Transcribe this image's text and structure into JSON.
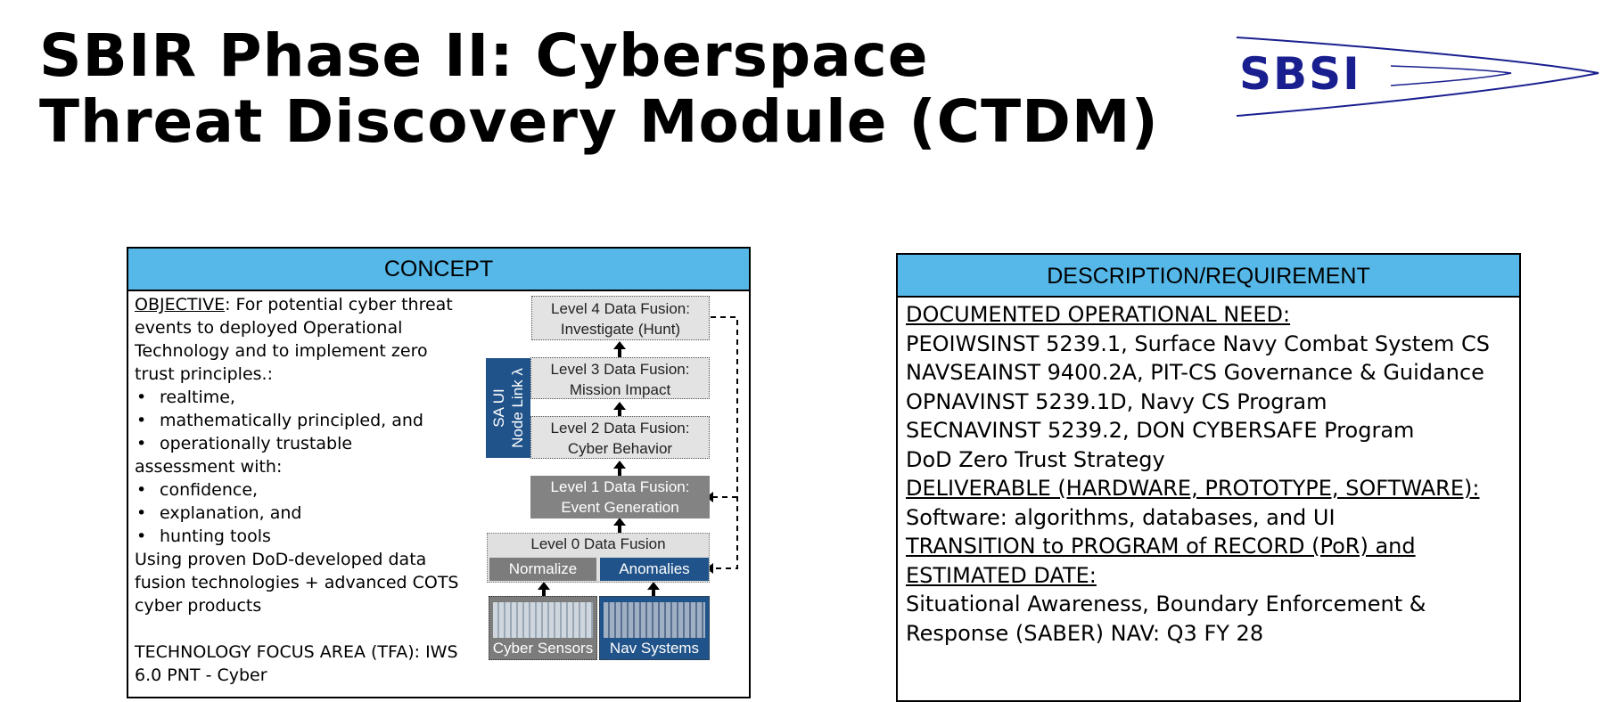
{
  "title": {
    "line1": "SBIR Phase II:  Cyberspace",
    "line2": "Threat Discovery Module (CTDM)"
  },
  "logo": {
    "text": "SBSI",
    "color": "#1a1f8f"
  },
  "colors": {
    "header_bg": "#55b8e8",
    "accent_blue": "#20538a",
    "dark_gray": "#838383"
  },
  "concept": {
    "header": "CONCEPT",
    "objective_label": "OBJECTIVE",
    "objective_rest": ":  For potential cyber threat",
    "lines1": [
      "events to deployed Operational",
      "Technology and to implement zero",
      "trust principles.:"
    ],
    "bullets1": [
      "realtime,",
      "mathematically principled, and",
      "operationally trustable"
    ],
    "line_mid": "assessment with:",
    "bullets2": [
      "confidence,",
      "explanation, and",
      "hunting tools"
    ],
    "lines2": [
      "Using proven DoD-developed data",
      "fusion technologies + advanced COTS",
      "cyber products"
    ],
    "tfa_lines": [
      "TECHNOLOGY FOCUS AREA (TFA): IWS",
      "6.0 PNT - Cyber"
    ]
  },
  "diagram": {
    "level4": [
      "Level 4 Data Fusion:",
      "Investigate (Hunt)"
    ],
    "level3": [
      "Level 3 Data Fusion:",
      "Mission Impact"
    ],
    "level2": [
      "Level 2 Data Fusion:",
      "Cyber Behavior"
    ],
    "level1": [
      "Level 1 Data Fusion:",
      "Event Generation"
    ],
    "level0": "Level 0 Data Fusion",
    "normalize": "Normalize",
    "anomalies": "Anomalies",
    "cyber_sensors": "Cyber Sensors",
    "nav_systems": "Nav Systems",
    "side_label": [
      "SA UI",
      "Node Link λ"
    ]
  },
  "description": {
    "header": "DESCRIPTION/REQUIREMENT",
    "need_label": "DOCUMENTED OPERATIONAL NEED:",
    "need_items": [
      "PEOIWSINST 5239.1, Surface Navy Combat System CS",
      "NAVSEAINST 9400.2A, PIT-CS Governance & Guidance",
      "OPNAVINST 5239.1D, Navy CS Program",
      "SECNAVINST 5239.2, DON CYBERSAFE Program",
      "DoD Zero Trust Strategy"
    ],
    "deliverable_label": "DELIVERABLE (HARDWARE, PROTOTYPE, SOFTWARE):",
    "deliverable_value": "Software:  algorithms, databases, and UI",
    "transition_label1": "TRANSITION to PROGRAM of RECORD (PoR) and",
    "transition_label2": "ESTIMATED DATE:",
    "transition_lines": [
      "Situational Awareness, Boundary Enforcement &",
      "Response (SABER) NAV: Q3 FY 28"
    ]
  }
}
